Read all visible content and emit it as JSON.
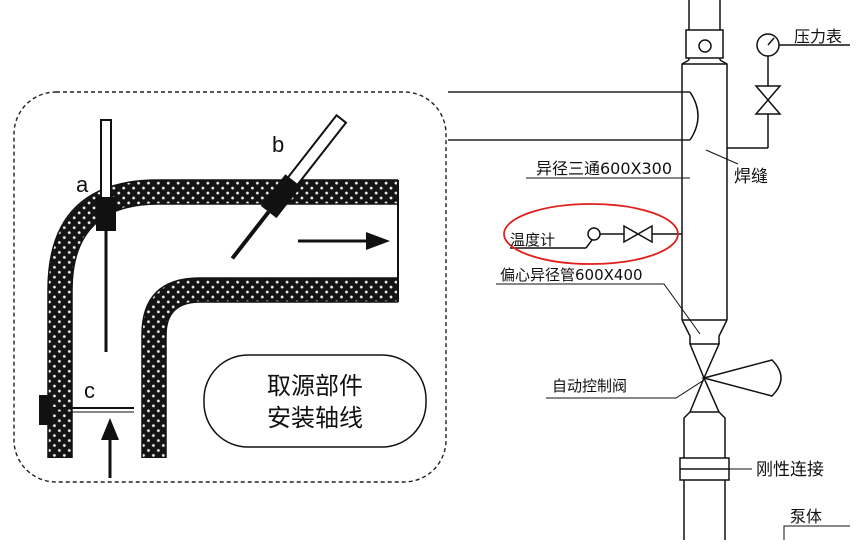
{
  "inset": {
    "label_a": "a",
    "label_b": "b",
    "label_c": "c",
    "caption_line1": "取源部件",
    "caption_line2": "安装轴线"
  },
  "piping": {
    "pressure_gauge": "压力表",
    "reducing_tee": "异径三通600X300",
    "weld_seam": "焊缝",
    "thermometer": "温度计",
    "eccentric_reducer": "偏心异径管600X400",
    "auto_control_valve": "自动控制阀",
    "rigid_connection": "刚性连接",
    "pump_body": "泵体"
  },
  "colors": {
    "line": "#111111",
    "highlight": "#e0201c",
    "inset_fill": "#ffffff"
  }
}
